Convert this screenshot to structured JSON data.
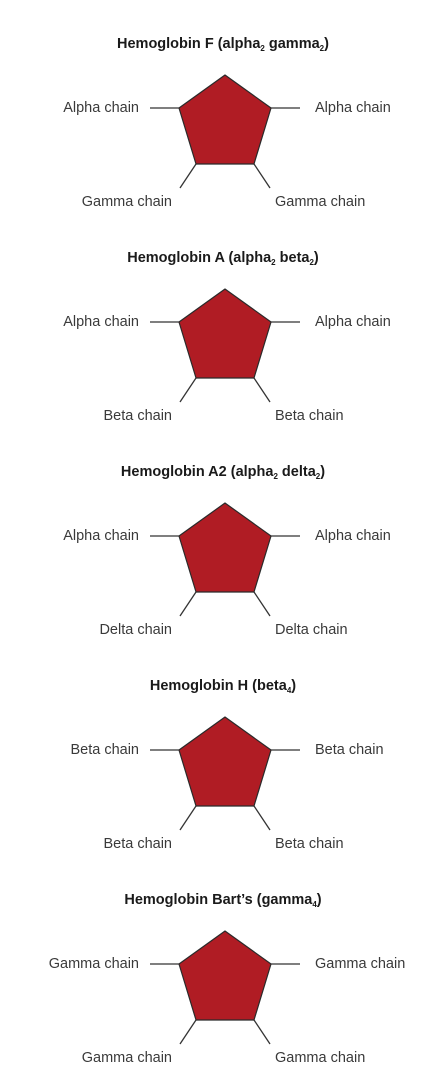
{
  "panels": [
    {
      "title": {
        "main": "Hemoglobin F (alpha",
        "s1": "2",
        "mid": " gamma",
        "s2": "2",
        "end": ")"
      },
      "labels": {
        "top_left": "Alpha chain",
        "top_right": "Alpha chain",
        "bottom_left": "Gamma chain",
        "bottom_right": "Gamma chain"
      }
    },
    {
      "title": {
        "main": "Hemoglobin A (alpha",
        "s1": "2",
        "mid": " beta",
        "s2": "2",
        "end": ")"
      },
      "labels": {
        "top_left": "Alpha chain",
        "top_right": "Alpha chain",
        "bottom_left": "Beta chain",
        "bottom_right": "Beta chain"
      }
    },
    {
      "title": {
        "main": "Hemoglobin A2 (alpha",
        "s1": "2",
        "mid": " delta",
        "s2": "2",
        "end": ")"
      },
      "labels": {
        "top_left": "Alpha chain",
        "top_right": "Alpha chain",
        "bottom_left": "Delta chain",
        "bottom_right": "Delta chain"
      }
    },
    {
      "title": {
        "main": "Hemoglobin H (beta",
        "s1": "4",
        "mid": "",
        "s2": "",
        "end": ")"
      },
      "labels": {
        "top_left": "Beta chain",
        "top_right": "Beta chain",
        "bottom_left": "Beta chain",
        "bottom_right": "Beta chain"
      }
    },
    {
      "title": {
        "main": "Hemoglobin Bart’s (gamma",
        "s1": "4",
        "mid": "",
        "s2": "",
        "end": ")"
      },
      "labels": {
        "top_left": "Gamma chain",
        "top_right": "Gamma chain",
        "bottom_left": "Gamma chain",
        "bottom_right": "Gamma chain"
      }
    }
  ],
  "colors": {
    "pentagon_fill": "#b01c24",
    "pentagon_stroke": "#2a2a2a",
    "connector": "#333333"
  }
}
